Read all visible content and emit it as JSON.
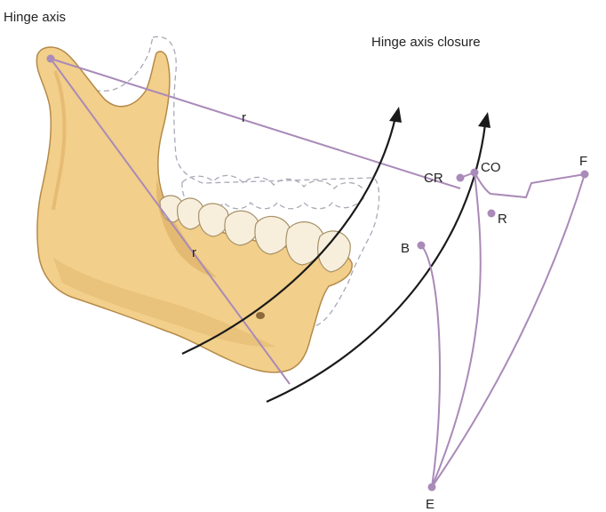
{
  "labels": {
    "hinge_axis": "Hinge axis",
    "closure_title": "Hinge axis closure",
    "radius_top": "r",
    "radius_bottom": "r",
    "point_cr": "CR",
    "point_co": "CO",
    "point_f": "F",
    "point_r": "R",
    "point_b": "B",
    "point_e": "E"
  },
  "colors": {
    "bone_fill": "#f2cf8a",
    "bone_stroke": "#b48a4a",
    "bone_shadow": "#d9a95f",
    "tooth_fill": "#f7efdc",
    "tooth_stroke": "#a89068",
    "envelope_line": "#a98ab8",
    "point_fill": "#a98ab8",
    "arc_line": "#1a1a1a",
    "dashed_outline": "#a9a9b8"
  }
}
